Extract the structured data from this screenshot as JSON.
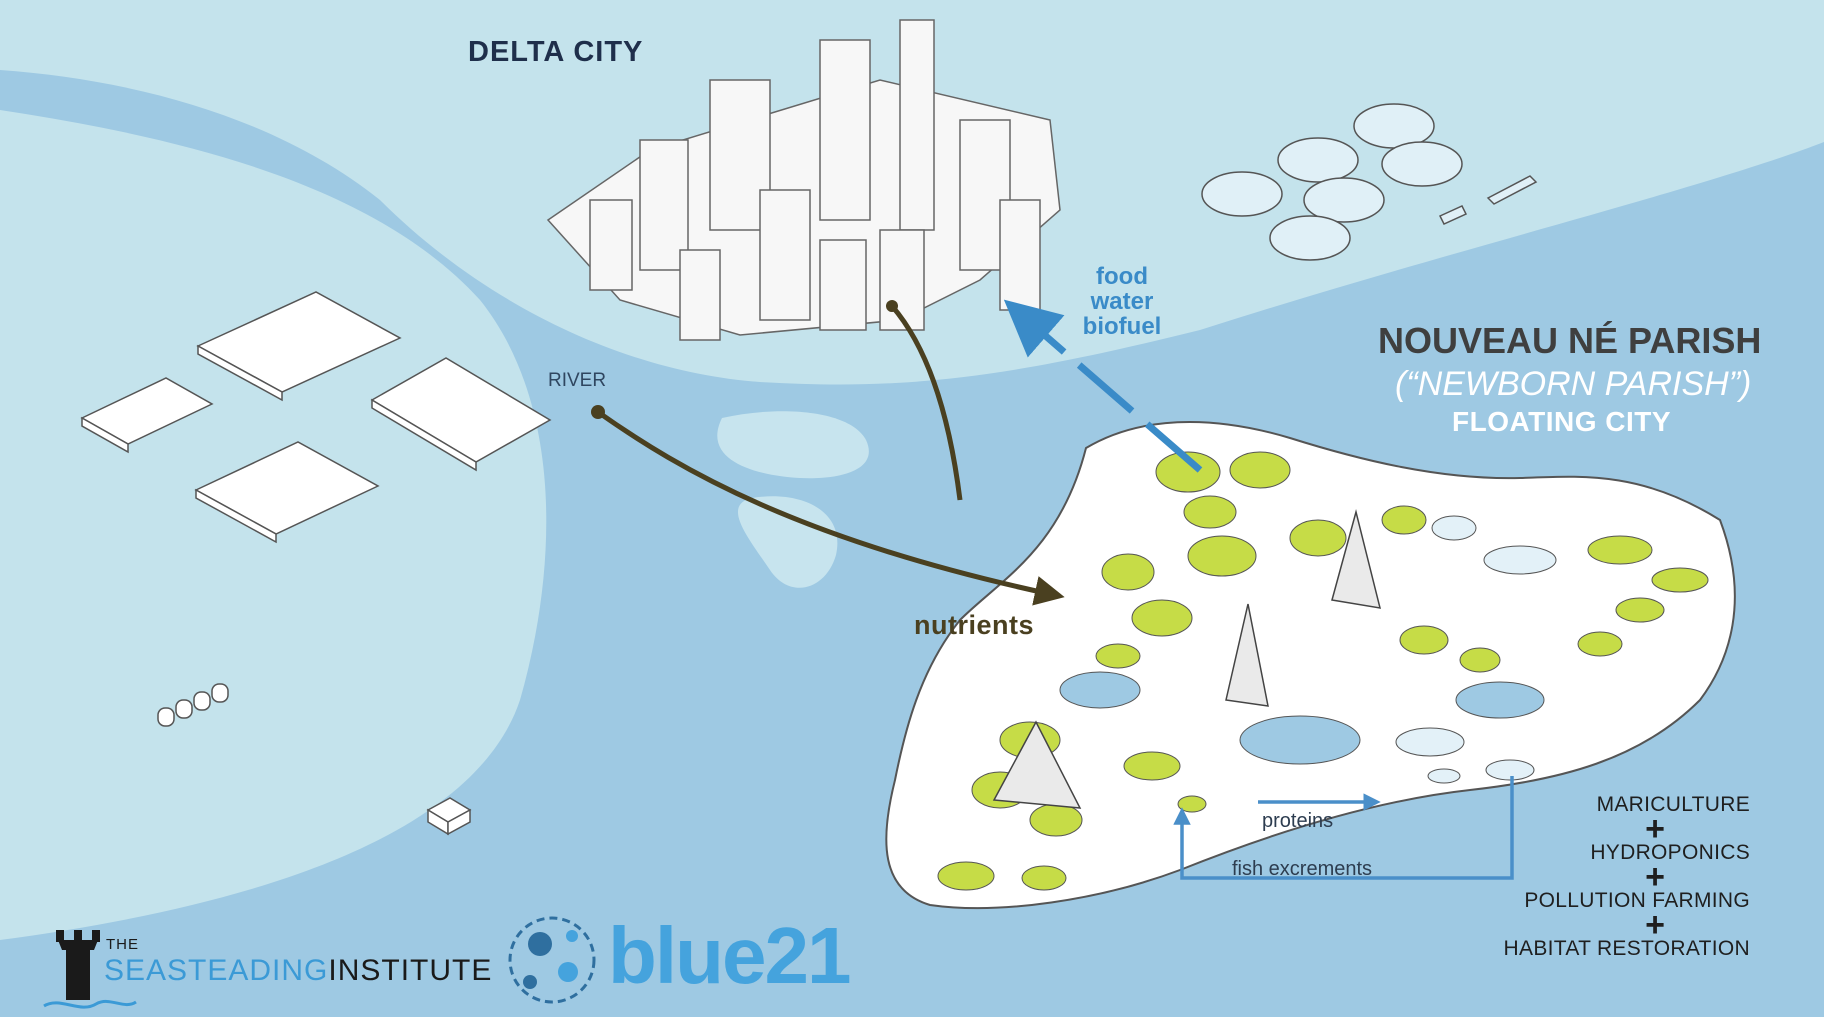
{
  "labels": {
    "delta_city": "DELTA CITY",
    "river": "RIVER",
    "food_water_biofuel": "food\nwater\nbiofuel",
    "nutrients": "nutrients",
    "parish_title": "NOUVEAU NÉ PARISH",
    "parish_subtitle": "(“NEWBORN PARISH”)",
    "floating_city": "FLOATING CITY",
    "proteins": "proteins",
    "fish_excrements": "fish excrements"
  },
  "benefits": [
    "MARICULTURE",
    "HYDROPONICS",
    "POLLUTION FARMING",
    "HABITAT RESTORATION"
  ],
  "plus_sign": "+",
  "logos": {
    "seasteading_the": "THE",
    "seasteading_a": "SEASTEADING",
    "seasteading_b": "INSTITUTE",
    "blue21": "blue21"
  },
  "icons": [
    "seasteading-tower-logo-icon",
    "blue21-globe-icon"
  ],
  "colors": {
    "water": "#9ec9e3",
    "land": "#c4e3ec",
    "island": "#c7e4ee",
    "green_pad": "#c6dc47",
    "arrow_brown": "#4a4020",
    "arrow_blue": "#3a8bc8",
    "brand_blue": "#45a3dd"
  }
}
